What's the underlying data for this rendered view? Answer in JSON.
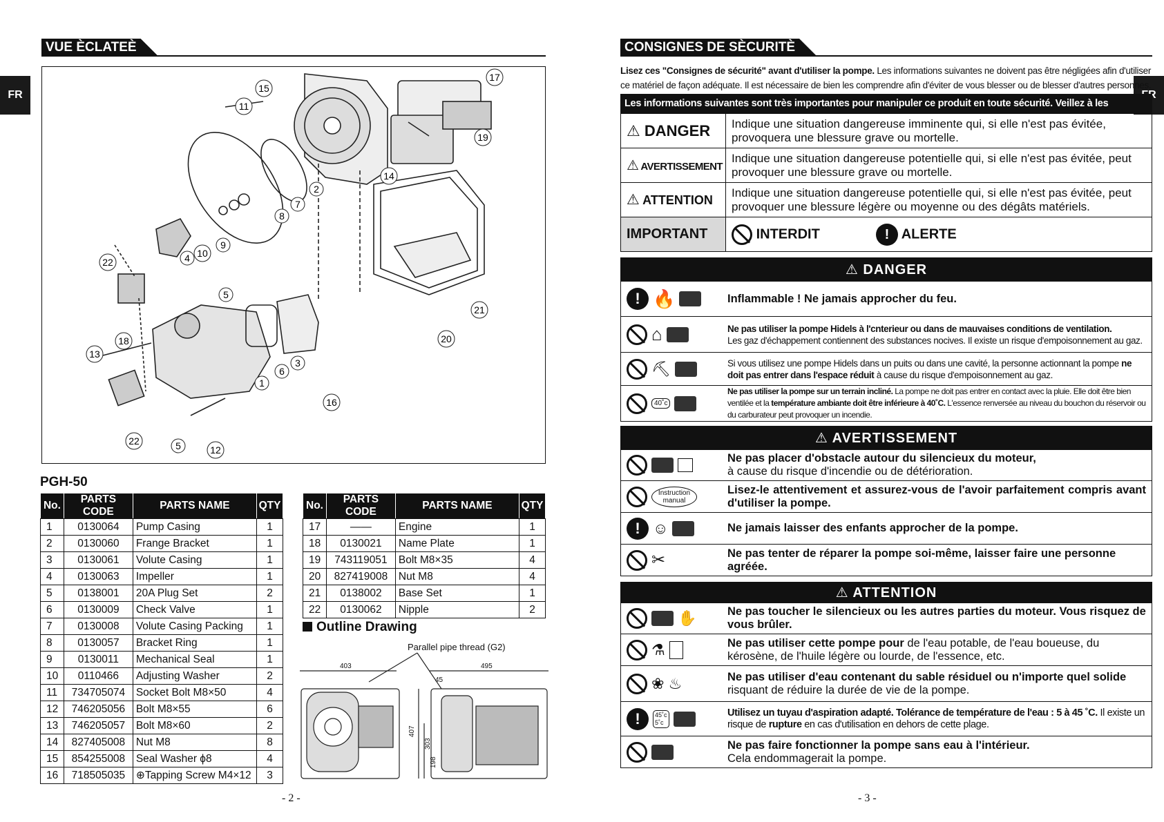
{
  "left_page": {
    "lang_tab": "FR",
    "section_title": "VUE ÈCLATEÈ",
    "callouts": [
      "1",
      "2",
      "3",
      "4",
      "5",
      "5",
      "6",
      "7",
      "8",
      "9",
      "10",
      "11",
      "12",
      "13",
      "14",
      "15",
      "16",
      "17",
      "18",
      "19",
      "20",
      "21",
      "22",
      "22"
    ],
    "model": "PGH-50",
    "table_headers": [
      "No.",
      "PARTS CODE",
      "PARTS NAME",
      "QTY"
    ],
    "parts_left": [
      [
        "1",
        "0130064",
        "Pump Casing",
        "1"
      ],
      [
        "2",
        "0130060",
        "Frange Bracket",
        "1"
      ],
      [
        "3",
        "0130061",
        "Volute Casing",
        "1"
      ],
      [
        "4",
        "0130063",
        "Impeller",
        "1"
      ],
      [
        "5",
        "0138001",
        "20A Plug Set",
        "2"
      ],
      [
        "6",
        "0130009",
        "Check Valve",
        "1"
      ],
      [
        "7",
        "0130008",
        "Volute Casing Packing",
        "1"
      ],
      [
        "8",
        "0130057",
        "Bracket Ring",
        "1"
      ],
      [
        "9",
        "0130011",
        "Mechanical Seal",
        "1"
      ],
      [
        "10",
        "0110466",
        "Adjusting Washer",
        "2"
      ],
      [
        "11",
        "734705074",
        "Socket Bolt M8×50",
        "4"
      ],
      [
        "12",
        "746205056",
        "Bolt M8×55",
        "6"
      ],
      [
        "13",
        "746205057",
        "Bolt M8×60",
        "2"
      ],
      [
        "14",
        "827405008",
        "Nut M8",
        "8"
      ],
      [
        "15",
        "854255008",
        "Seal Washer ϕ8",
        "4"
      ],
      [
        "16",
        "718505035",
        "⊕Tapping Screw M4×12",
        "3"
      ]
    ],
    "parts_right": [
      [
        "17",
        "——",
        "Engine",
        "1"
      ],
      [
        "18",
        "0130021",
        "Name Plate",
        "1"
      ],
      [
        "19",
        "743119051",
        "Bolt M8×35",
        "4"
      ],
      [
        "20",
        "827419008",
        "Nut M8",
        "4"
      ],
      [
        "21",
        "0138002",
        "Base Set",
        "1"
      ],
      [
        "22",
        "0130062",
        "Nipple",
        "2"
      ]
    ],
    "outline_title": "Outline Drawing",
    "outline_labels": {
      "thread": "Parallel pipe thread (G2)",
      "w1": "403",
      "w2": "495",
      "d45": "45",
      "h407": "407",
      "h303": "303",
      "h198": "198"
    },
    "page_number": "- 2 -"
  },
  "right_page": {
    "lang_tab": "FR",
    "section_title": "CONSIGNES DE SÈCURITÈ",
    "intro_bold": "Lisez ces \"Consignes de sécurité\" avant d'utiliser la pompe.",
    "intro_rest": " Les informations suivantes ne doivent pas être négligées afin d'utiliser ce matériel de façon adéquate. Il est nécessaire de bien les comprendre afin d'éviter de vous blesser ou de blesser d'autres personnes.",
    "important_bar": "Les informations suivantes sont très importantes pour manipuler ce produit en toute sécurité. Veillez à les respecter.",
    "legend": [
      {
        "key": "DANGER",
        "text": "Indique une situation dangereuse imminente qui, si elle n'est pas évitée, provoquera une blessure grave ou mortelle."
      },
      {
        "key": "AVERTISSEMENT",
        "text": "Indique une situation dangereuse potentielle qui, si elle n'est pas évitée, peut provoquer une blessure grave ou mortelle."
      },
      {
        "key": "ATTENTION",
        "text": "Indique une situation dangereuse potentielle qui, si elle n'est pas évitée, peut provoquer une blessure légère ou moyenne ou des dégâts matériels."
      }
    ],
    "important_label": "IMPORTANT",
    "interdit": "INTERDIT",
    "alerte": "ALERTE",
    "danger_title": "DANGER",
    "danger_rows": {
      "r1": "Inflammable ! Ne jamais approcher du feu.",
      "r2_bold": "Ne pas utiliser la pompe Hidels à l'cnterieur ou dans de mauvaises conditions de ventilation.",
      "r2_rest": "Les gaz d'échappement contiennent des substances nocives. Il existe un risque d'empoisonnement au gaz.",
      "r3_a": "Si vous utilisez une pompe Hidels dans un puits ou dans une cavité, la personne actionnant la pompe ",
      "r3_b": "ne doit pas entrer dans l'espace réduit",
      "r3_c": " à cause du risque d'empoisonnement au gaz.",
      "r4_a": "Ne pas utiliser la pompe sur un terrain incliné.",
      "r4_b": " La pompe ne doit pas entrer en contact avec la pluie. Elle doit être bien ventilée et la ",
      "r4_c": "température ambiante doit être inférieure à 40˚C.",
      "r4_d": " L'essence renversée au niveau du bouchon du réservoir ou du carburateur peut provoquer un incendie.",
      "thermo": "40˚c"
    },
    "avert_title": "AVERTISSEMENT",
    "avert_rows": {
      "r1_a": "Ne pas placer d'obstacle autour du silencieux du moteur,",
      "r1_b": "à cause du risque d'incendie ou de détérioration.",
      "r2": "Lisez-le attentivement et assurez-vous de l'avoir parfaitement compris avant d'utiliser la pompe.",
      "r2_icon": "Instruction manual",
      "r3": "Ne jamais laisser des enfants approcher de la pompe.",
      "r4": "Ne pas tenter de réparer la pompe soi-même, laisser faire une personne agréée."
    },
    "attention_title": "ATTENTION",
    "attention_rows": {
      "r1": "Ne pas toucher le silencieux ou les autres parties du moteur. Vous risquez de vous brûler.",
      "r2_a": "Ne pas utiliser cette pompe pour",
      "r2_b": " de l'eau potable, de l'eau boueuse, du kérosène, de l'huile légère ou lourde, de l'essence, etc.",
      "r3_a": "Ne pas utiliser d'eau contenant du sable résiduel ou n'importe quel solide",
      "r3_b": " risquant de réduire la durée de vie de la pompe.",
      "r4_a": "Utilisez un tuyau d'aspiration adapté. Tolérance de température de l'eau : 5 à 45 ˚C.",
      "r4_b": " Il existe un risque de ",
      "r4_c": "rupture",
      "r4_d": " en cas d'utilisation en dehors de cette plage.",
      "r4_t1": "45˚c",
      "r4_t2": "5˚c",
      "r5_a": "Ne pas faire fonctionner la pompe sans eau à l'intérieur.",
      "r5_b": "Cela endommagerait la pompe."
    },
    "page_number": "- 3 -"
  }
}
